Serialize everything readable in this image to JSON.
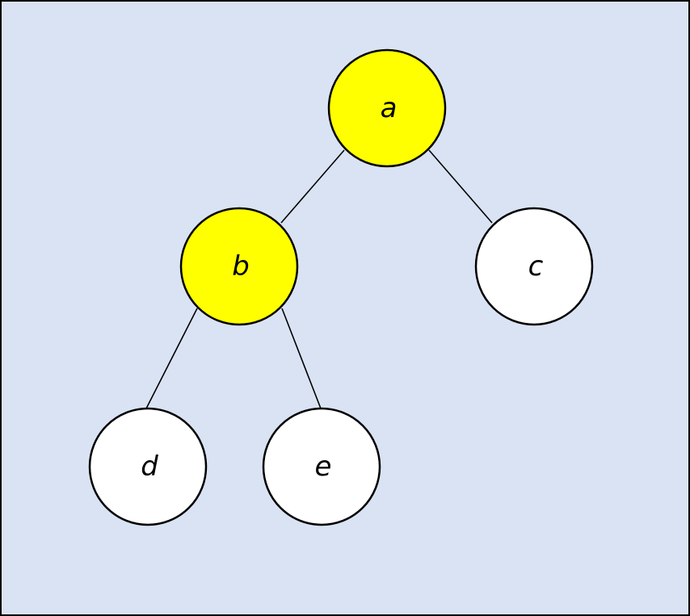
{
  "diagram": {
    "type": "binary-tree",
    "colors": {
      "background": "#dae3f3",
      "border": "#000000",
      "highlight": "#ffff00",
      "default_node": "#ffffff",
      "edge": "#000000"
    },
    "nodes": {
      "a": {
        "label": "a",
        "highlighted": true
      },
      "b": {
        "label": "b",
        "highlighted": true
      },
      "c": {
        "label": "c",
        "highlighted": false
      },
      "d": {
        "label": "d",
        "highlighted": false
      },
      "e": {
        "label": "e",
        "highlighted": false
      }
    },
    "edges": [
      {
        "from": "a",
        "to": "b"
      },
      {
        "from": "a",
        "to": "c"
      },
      {
        "from": "b",
        "to": "d"
      },
      {
        "from": "b",
        "to": "e"
      }
    ]
  }
}
